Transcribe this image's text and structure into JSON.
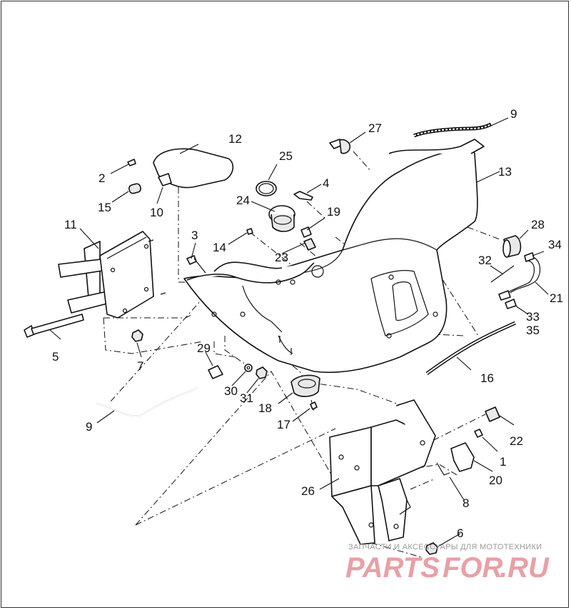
{
  "diagram": {
    "callouts": [
      {
        "id": "c1",
        "label": "1"
      },
      {
        "id": "c2",
        "label": "2"
      },
      {
        "id": "c3",
        "label": "3"
      },
      {
        "id": "c4",
        "label": "4"
      },
      {
        "id": "c5",
        "label": "5"
      },
      {
        "id": "c6",
        "label": "6"
      },
      {
        "id": "c7",
        "label": "7"
      },
      {
        "id": "c8",
        "label": "8"
      },
      {
        "id": "c9a",
        "label": "9"
      },
      {
        "id": "c9b",
        "label": "9"
      },
      {
        "id": "c10",
        "label": "10"
      },
      {
        "id": "c11",
        "label": "11"
      },
      {
        "id": "c12",
        "label": "12"
      },
      {
        "id": "c13",
        "label": "13"
      },
      {
        "id": "c14",
        "label": "14"
      },
      {
        "id": "c15",
        "label": "15"
      },
      {
        "id": "c16",
        "label": "16"
      },
      {
        "id": "c17",
        "label": "17"
      },
      {
        "id": "c18",
        "label": "18"
      },
      {
        "id": "c19",
        "label": "19"
      },
      {
        "id": "c20",
        "label": "20"
      },
      {
        "id": "c21",
        "label": "21"
      },
      {
        "id": "c22",
        "label": "22"
      },
      {
        "id": "c23",
        "label": "23"
      },
      {
        "id": "c24",
        "label": "24"
      },
      {
        "id": "c25",
        "label": "25"
      },
      {
        "id": "c26",
        "label": "26"
      },
      {
        "id": "c27",
        "label": "27"
      },
      {
        "id": "c28",
        "label": "28"
      },
      {
        "id": "c29",
        "label": "29"
      },
      {
        "id": "c30",
        "label": "30"
      },
      {
        "id": "c31",
        "label": "31"
      },
      {
        "id": "c32",
        "label": "32"
      },
      {
        "id": "c33",
        "label": "33"
      },
      {
        "id": "c34",
        "label": "34"
      },
      {
        "id": "c35",
        "label": "35"
      }
    ]
  },
  "watermark": {
    "tagline": "ЗАПЧАСТИ И АКСЕССУАРЫ ДЛЯ МОТОТЕХНИКИ",
    "logo_part1": "PARTS",
    "logo_part2": "FOR",
    "logo_part3": ".RU",
    "logo_color": "#e8a0a6"
  }
}
